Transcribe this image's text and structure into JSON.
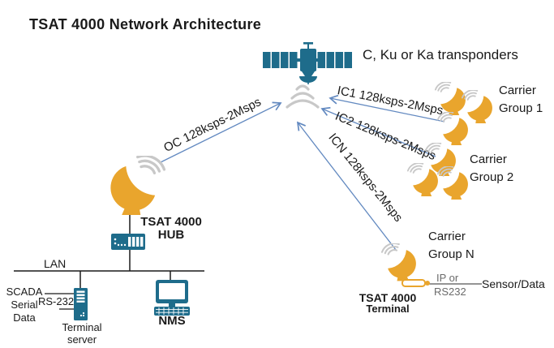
{
  "title": "TSAT 4000 Network Architecture",
  "transponders_label": "C, Ku or Ka transponders",
  "links": {
    "oc": "OC 128ksps-2Msps",
    "ic1": "IC1 128ksps-2Msps",
    "ic2": "IC2 128ksps-2Msps",
    "icn": "ICN 128ksps-2Msps"
  },
  "carrier_groups": [
    {
      "line1": "Carrier",
      "line2": "Group 1"
    },
    {
      "line1": "Carrier",
      "line2": "Group 2"
    },
    {
      "line1": "Carrier",
      "line2": "Group N"
    }
  ],
  "hub": {
    "name_line1": "TSAT 4000",
    "name_line2": "HUB"
  },
  "terminal": {
    "name_line1": "TSAT 4000",
    "name_line2": "Terminal",
    "iface_line1": "IP or",
    "iface_line2": "RS232",
    "sensor_label": "Sensor/Data"
  },
  "lan": {
    "label": "LAN",
    "scada_line1": "SCADA",
    "scada_line2": "Serial",
    "scada_line3": "Data",
    "rs232_label": "RS-232",
    "terminal_server_line1": "Terminal",
    "terminal_server_line2": "server",
    "nms_label": "NMS"
  },
  "colors": {
    "teal": "#1e6c8b",
    "gold": "#e9a52d",
    "wave_gray": "#c8c8c8",
    "arrow_blue": "#6289c0",
    "text": "#1a1a1a"
  }
}
